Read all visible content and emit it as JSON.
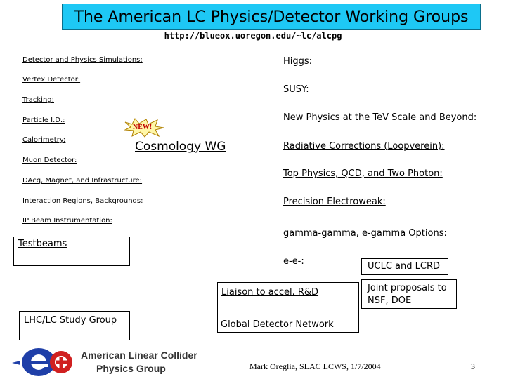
{
  "header": {
    "title": "The American LC Physics/Detector Working Groups",
    "url": "http://blueox.uoregon.edu/~lc/alcpg"
  },
  "left_links": [
    "Detector and Physics Simulations:",
    "Vertex Detector:",
    "Tracking:",
    "Particle I.D.:",
    "Calorimetry:",
    "Muon Detector:",
    "DAcq, Magnet, and Infrastructure:",
    "Interaction Regions, Backgrounds:",
    "IP Beam Instrumentation:"
  ],
  "right_links": [
    "Higgs:",
    "SUSY:",
    "New Physics at the TeV Scale and Beyond:",
    "Radiative Corrections (Loopverein):",
    "Top Physics, QCD, and Two Photon:",
    "Precision Electroweak:",
    "gamma-gamma, e-gamma Options:",
    "e-e-:"
  ],
  "new_badge": "NEW!",
  "cosmology": "Cosmology WG",
  "boxes": {
    "testbeams": "Testbeams",
    "lhc_lc": "LHC/LC Study Group",
    "liaison": "Liaison to accel. R&D",
    "global_network": "Global Detector Network",
    "uclc_lcrd": "UCLC and LCRD",
    "joint_line1": "Joint proposals to",
    "joint_line2": "NSF, DOE"
  },
  "logo": {
    "line1": "American Linear Collider",
    "line2": "Physics Group"
  },
  "footer": {
    "credit": "Mark Oreglia, SLAC LCWS, 1/7/2004",
    "page": "3"
  },
  "colors": {
    "title_bg": "#1ec8f5",
    "logo_red": "#d02020",
    "logo_blue": "#1f3fa8"
  }
}
